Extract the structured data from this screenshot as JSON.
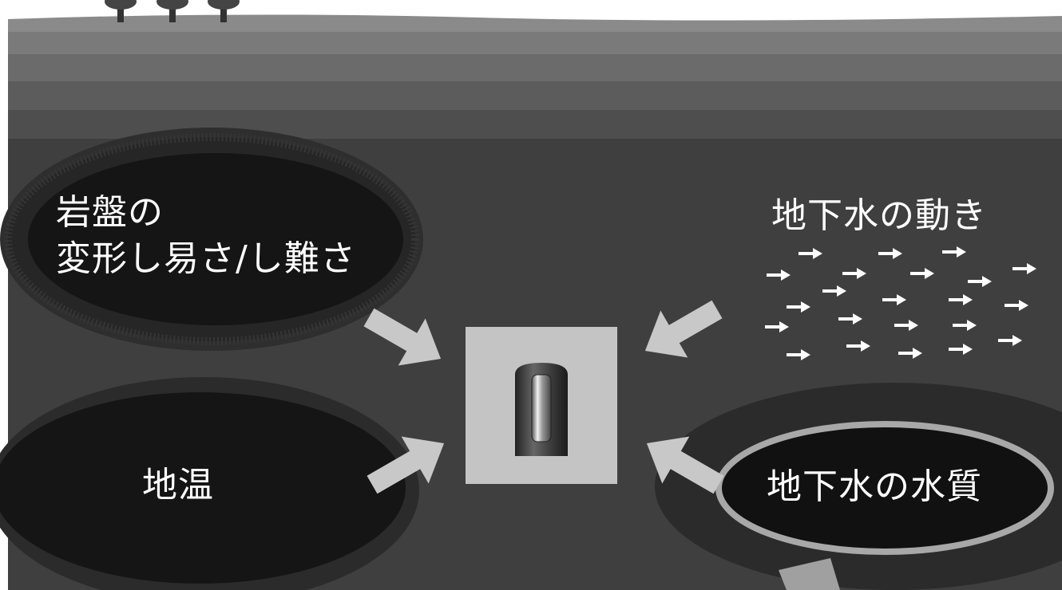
{
  "labels": {
    "rock_deformability_line1": "岩盤の",
    "rock_deformability_line2": "変形し易さ/し難さ",
    "ground_temperature": "地温",
    "groundwater_movement": "地下水の動き",
    "groundwater_quality": "地下水の水質"
  },
  "colors": {
    "background": "#ffffff",
    "deep_rock": "#3f3f3f",
    "zone_fill": "#151515",
    "zone_halo": "#2b2b2b",
    "arrow": "#c8c8c8",
    "repository_box": "#c4c4c4",
    "text": "#ffffff"
  },
  "icons": [
    "tree-icon",
    "arrow-icon",
    "waste-canister-icon"
  ]
}
